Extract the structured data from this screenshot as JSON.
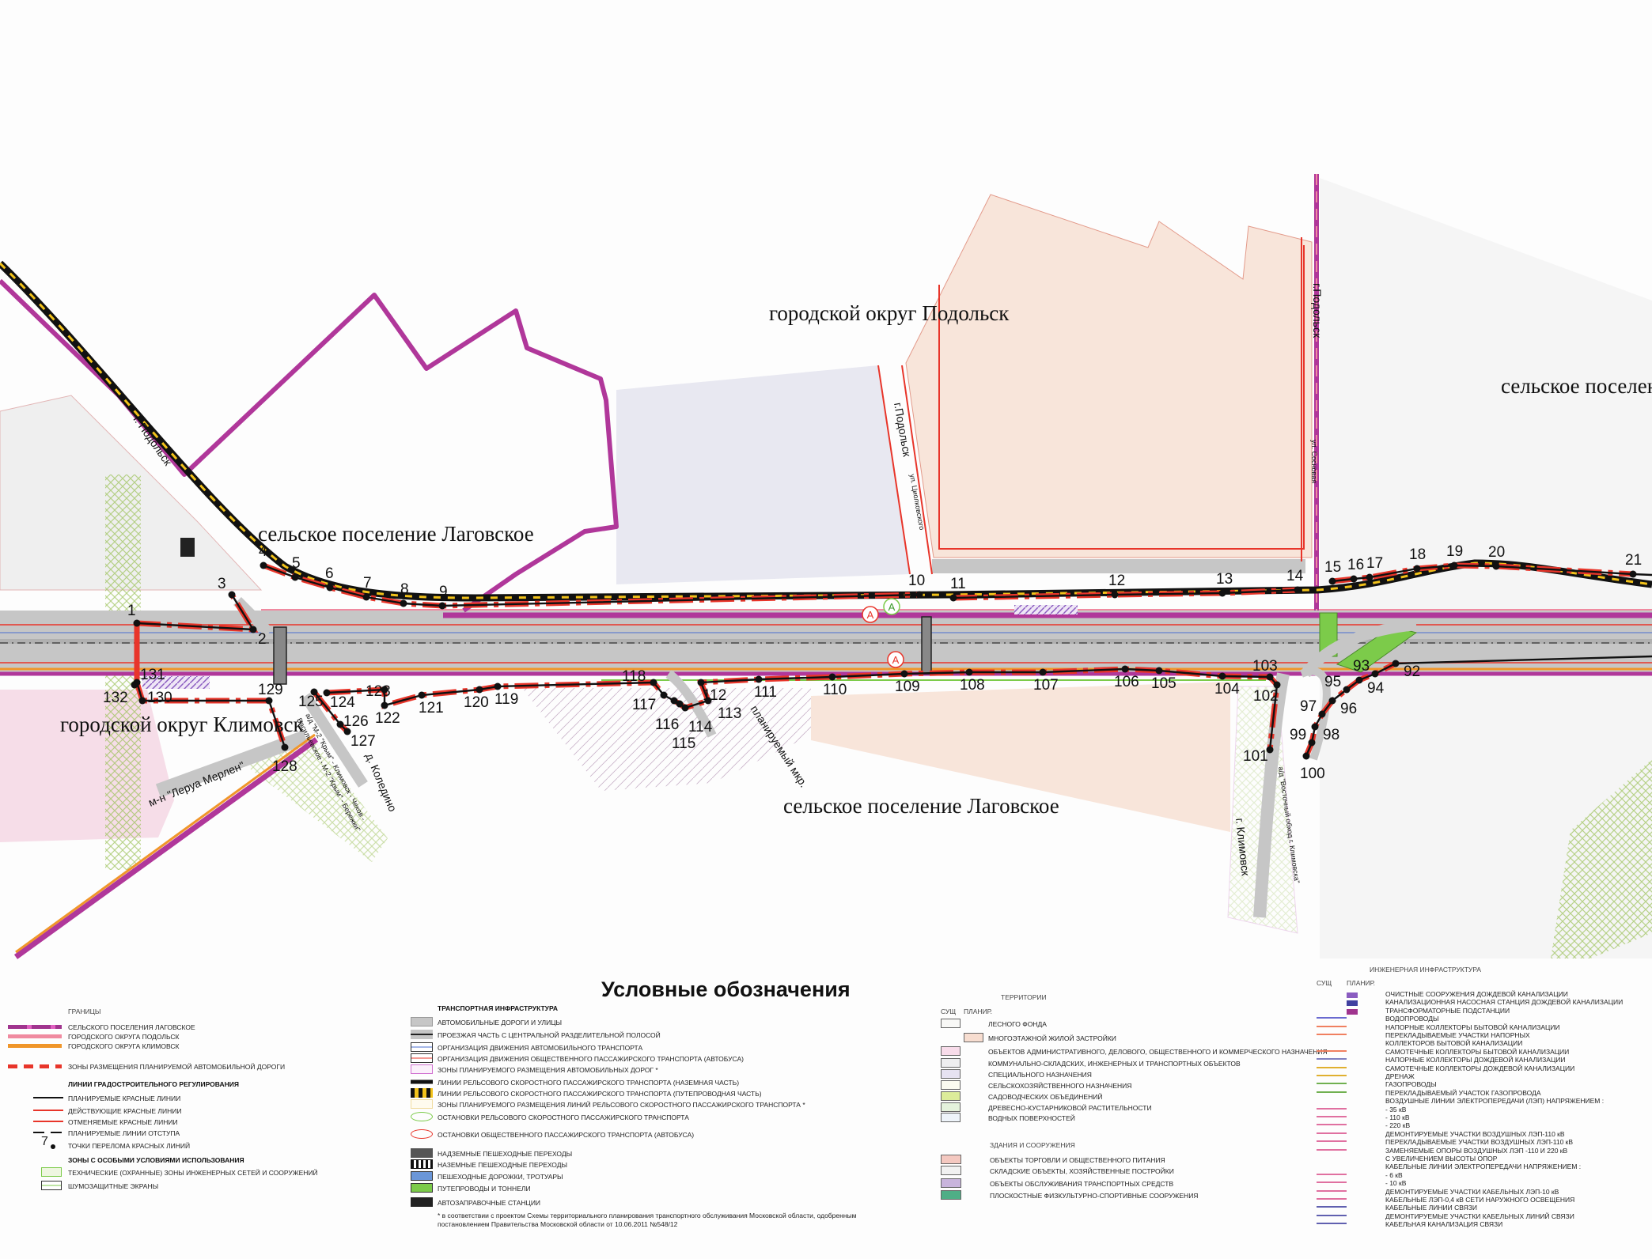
{
  "map": {
    "labels": {
      "podolsk_district": "городской округ Подольск",
      "rural_settlement_east": "сельское поселени",
      "lagovskoe_north": "сельское поселение Лаговское",
      "klimovsk_district": "городской округ Климовск",
      "lagovskoe_south": "сельское поселение Лаговское",
      "planned_microdistrict": "планируемый мкр.",
      "to_podolsk_nw": "г. Подольск",
      "to_podolsk_n1": "г.Подольск",
      "to_podolsk_n2": "г.Подольск",
      "street_tsiolkovsky": "ул. Циолковского",
      "street_sosnovaya": "ул. Сосновая",
      "to_klimovsk": "г. Климовск",
      "road_east_bypass": "а/д \"Восточный обход г. Климовска\"",
      "to_leroy_merlin": "м-н \"Леруа Мерлен\"",
      "to_koledino": "д. Коледино",
      "road_m2_line1": "а/д \"М-2 \"Крым\" - Климовск - Чехов -",
      "road_m2_line2": "Васильевское - М-2 \"Крым\" - Бережки\""
    },
    "breakpoints": [
      "1",
      "2",
      "3",
      "4",
      "5",
      "6",
      "7",
      "8",
      "9",
      "10",
      "11",
      "12",
      "13",
      "14",
      "15",
      "16",
      "17",
      "18",
      "19",
      "20",
      "21",
      "92",
      "93",
      "94",
      "95",
      "96",
      "97",
      "98",
      "99",
      "100",
      "101",
      "102",
      "103",
      "104",
      "105",
      "106",
      "107",
      "108",
      "109",
      "110",
      "111",
      "112",
      "113",
      "114",
      "115",
      "116",
      "117",
      "118",
      "119",
      "120",
      "121",
      "122",
      "123",
      "124",
      "125",
      "126",
      "127",
      "128",
      "129",
      "130",
      "131",
      "132"
    ],
    "bus_stop_letter": "А"
  },
  "legend": {
    "title": "Условные обозначения",
    "boundaries": {
      "heading": "ГРАНИЦЫ",
      "items": [
        "СЕЛЬСКОГО ПОСЕЛЕНИЯ ЛАГОВСКОЕ",
        "ГОРОДСКОГО ОКРУГА ПОДОЛЬСК",
        "ГОРОДСКОГО ОКРУГА КЛИМОВСК",
        "ЗОНЫ РАЗМЕЩЕНИЯ ПЛАНИРУЕМОЙ АВТОМОБИЛЬНОЙ ДОРОГИ"
      ],
      "regulation_heading": "ЛИНИИ ГРАДОСТРОИТЕЛЬНОГО РЕГУЛИРОВАНИЯ",
      "regulation_items": [
        "ПЛАНИРУЕМЫЕ КРАСНЫЕ ЛИНИИ",
        "ДЕЙСТВУЮЩИЕ КРАСНЫЕ ЛИНИИ",
        "ОТМЕНЯЕМЫЕ КРАСНЫЕ ЛИНИИ",
        "ПЛАНИРУЕМЫЕ ЛИНИИ ОТСТУПА",
        "ТОЧКИ ПЕРЕЛОМА КРАСНЫХ ЛИНИЙ"
      ],
      "breakpoint_sample": "7",
      "zones_heading": "ЗОНЫ С ОСОБЫМИ УСЛОВИЯМИ ИСПОЛЬЗОВАНИЯ",
      "zones_items": [
        "ТЕХНИЧЕСКИЕ (ОХРАННЫЕ) ЗОНЫ ИНЖЕНЕРНЫХ СЕТЕЙ И СООРУЖЕНИЙ",
        "ШУМОЗАЩИТНЫЕ ЭКРАНЫ"
      ]
    },
    "transport": {
      "heading": "ТРАНСПОРТНАЯ ИНФРАСТРУКТУРА",
      "items": [
        "АВТОМОБИЛЬНЫЕ ДОРОГИ И УЛИЦЫ",
        "ПРОЕЗЖАЯ ЧАСТЬ С ЦЕНТРАЛЬНОЙ РАЗДЕЛИТЕЛЬНОЙ ПОЛОСОЙ",
        "ОРГАНИЗАЦИЯ ДВИЖЕНИЯ АВТОМОБИЛЬНОГО ТРАНСПОРТА",
        "ОРГАНИЗАЦИЯ ДВИЖЕНИЯ ОБЩЕСТВЕННОГО ПАССАЖИРСКОГО ТРАНСПОРТА (АВТОБУСА)",
        "ЗОНЫ ПЛАНИРУЕМОГО РАЗМЕЩЕНИЯ АВТОМОБИЛЬНЫХ ДОРОГ *",
        "ЛИНИИ РЕЛЬСОВОГО СКОРОСТНОГО ПАССАЖИРСКОГО ТРАНСПОРТА (НАЗЕМНАЯ ЧАСТЬ)",
        "ЛИНИИ РЕЛЬСОВОГО СКОРОСТНОГО ПАССАЖИРСКОГО ТРАНСПОРТА (ПУТЕПРОВОДНАЯ ЧАСТЬ)",
        "ЗОНЫ ПЛАНИРУЕМОГО РАЗМЕЩЕНИЯ ЛИНИЙ РЕЛЬСОВОГО СКОРОСТНОГО ПАССАЖИРСКОГО ТРАНСПОРТА *",
        "ОСТАНОВКИ РЕЛЬСОВОГО СКОРОСТНОГО ПАССАЖИРСКОГО ТРАНСПОРТА",
        "ОСТАНОВКИ ОБЩЕСТВЕННОГО ПАССАЖИРСКОГО ТРАНСПОРТА (АВТОБУСА)",
        "НАДЗЕМНЫЕ ПЕШЕХОДНЫЕ ПЕРЕХОДЫ",
        "НАЗЕМНЫЕ ПЕШЕХОДНЫЕ ПЕРЕХОДЫ",
        "ПЕШЕХОДНЫЕ ДОРОЖКИ, ТРОТУАРЫ",
        "ПУТЕПРОВОДЫ И ТОННЕЛИ",
        "АВТОЗАПРАВОЧНЫЕ СТАНЦИИ"
      ],
      "footnote_1": "* в соответствии с проектом Схемы территориального планирования транспортного обслуживания Московской области, одобренным",
      "footnote_2": "постановлением Правительства Московской области от 10.06.2011 №548/12"
    },
    "territories": {
      "heading": "ТЕРРИТОРИИ",
      "col_existing": "СУЩ",
      "col_planned": "ПЛАНИР.",
      "items": [
        "ЛЕСНОГО ФОНДА",
        "МНОГОЭТАЖНОЙ ЖИЛОЙ ЗАСТРОЙКИ",
        "ОБЪЕКТОВ АДМИНИСТРАТИВНОГО, ДЕЛОВОГО, ОБЩЕСТВЕННОГО И КОММЕРЧЕСКОГО НАЗНАЧЕНИЯ",
        "КОММУНАЛЬНО-СКЛАДСКИХ, ИНЖЕНЕРНЫХ И ТРАНСПОРТНЫХ ОБЪЕКТОВ",
        "СПЕЦИАЛЬНОГО НАЗНАЧЕНИЯ",
        "СЕЛЬСКОХОЗЯЙСТВЕННОГО НАЗНАЧЕНИЯ",
        "САДОВОДЧЕСКИХ ОБЪЕДИНЕНИЙ",
        "ДРЕВЕСНО-КУСТАРНИКОВОЙ РАСТИТЕЛЬНОСТИ",
        "ВОДНЫХ ПОВЕРХНОСТЕЙ"
      ],
      "buildings_heading": "ЗДАНИЯ И СООРУЖЕНИЯ",
      "buildings_items": [
        "ОБЪЕКТЫ ТОРГОВЛИ И ОБЩЕСТВЕННОГО ПИТАНИЯ",
        "СКЛАДСКИЕ ОБЪЕКТЫ, ХОЗЯЙСТВЕННЫЕ ПОСТРОЙКИ",
        "ОБЪЕКТЫ ОБСЛУЖИВАНИЯ ТРАНСПОРТНЫХ СРЕДСТВ",
        "ПЛОСКОСТНЫЕ ФИЗКУЛЬТУРНО-СПОРТИВНЫЕ СООРУЖЕНИЯ"
      ]
    },
    "engineering": {
      "heading": "ИНЖЕНЕРНАЯ ИНФРАСТРУКТУРА",
      "col_existing": "СУЩ",
      "col_planned": "ПЛАНИР.",
      "items": [
        "ОЧИСТНЫЕ СООРУЖЕНИЯ ДОЖДЕВОЙ КАНАЛИЗАЦИИ",
        "КАНАЛИЗАЦИОННАЯ НАСОСНАЯ СТАНЦИЯ ДОЖДЕВОЙ КАНАЛИЗАЦИИ",
        "ТРАНСФОРМАТОРНЫЕ ПОДСТАНЦИИ",
        "ВОДОПРОВОДЫ",
        "НАПОРНЫЕ КОЛЛЕКТОРЫ БЫТОВОЙ КАНАЛИЗАЦИИ",
        "ПЕРЕКЛАДЫВАЕМЫЕ УЧАСТКИ НАПОРНЫХ",
        "КОЛЛЕКТОРОВ БЫТОВОЙ КАНАЛИЗАЦИИ",
        "САМОТЕЧНЫЕ КОЛЛЕКТОРЫ БЫТОВОЙ КАНАЛИЗАЦИИ",
        "НАПОРНЫЕ КОЛЛЕКТОРЫ ДОЖДЕВОЙ КАНАЛИЗАЦИИ",
        "САМОТЕЧНЫЕ КОЛЛЕКТОРЫ ДОЖДЕВОЙ КАНАЛИЗАЦИИ",
        "ДРЕНАЖ",
        "ГАЗОПРОВОДЫ",
        "ПЕРЕКЛАДЫВАЕМЫЙ УЧАСТОК ГАЗОПРОВОДА",
        "ВОЗДУШНЫЕ ЛИНИИ ЭЛЕКТРОПЕРЕДАЧИ (ЛЭП) НАПРЯЖЕНИЕМ :",
        "- 35 кВ",
        "- 110 кВ",
        "- 220 кВ",
        "ДЕМОНТИРУЕМЫЕ УЧАСТКИ ВОЗДУШНЫХ ЛЭП-110 кВ",
        "ПЕРЕКЛАДЫВАЕМЫЕ УЧАСТКИ ВОЗДУШНЫХ ЛЭП-110 кВ",
        "ЗАМЕНЯЕМЫЕ ОПОРЫ ВОЗДУШНЫХ ЛЭП -110 И 220 кВ",
        "С УВЕЛИЧЕНИЕМ ВЫСОТЫ ОПОР",
        "КАБЕЛЬНЫЕ ЛИНИИ ЭЛЕКТРОПЕРЕДАЧИ НАПРЯЖЕНИЕМ :",
        "- 6 кВ",
        "- 10 кВ",
        "ДЕМОНТИРУЕМЫЕ УЧАСТКИ КАБЕЛЬНЫХ ЛЭП-10 кВ",
        "КАБЕЛЬНЫЕ ЛЭП-0,4 кВ СЕТИ НАРУЖНОГО ОСВЕЩЕНИЯ",
        "КАБЕЛЬНЫЕ ЛИНИИ СВЯЗИ",
        "ДЕМОНТИРУЕМЫЕ УЧАСТКИ КАБЕЛЬНЫХ ЛИНИЙ СВЯЗИ",
        "КАБЕЛЬНАЯ КАНАЛИЗАЦИЯ СВЯЗИ"
      ]
    }
  },
  "colors": {
    "lagovskoe_boundary": "#b0379a",
    "podolsk_boundary": "#f08aa0",
    "klimovsk_boundary": "#f0962a",
    "red_line": "#e8352a",
    "road": "#c6c6c6",
    "rail_dash": "#f2c21a",
    "overpass": "#7ccb4a",
    "residential": "#f8e5da"
  }
}
